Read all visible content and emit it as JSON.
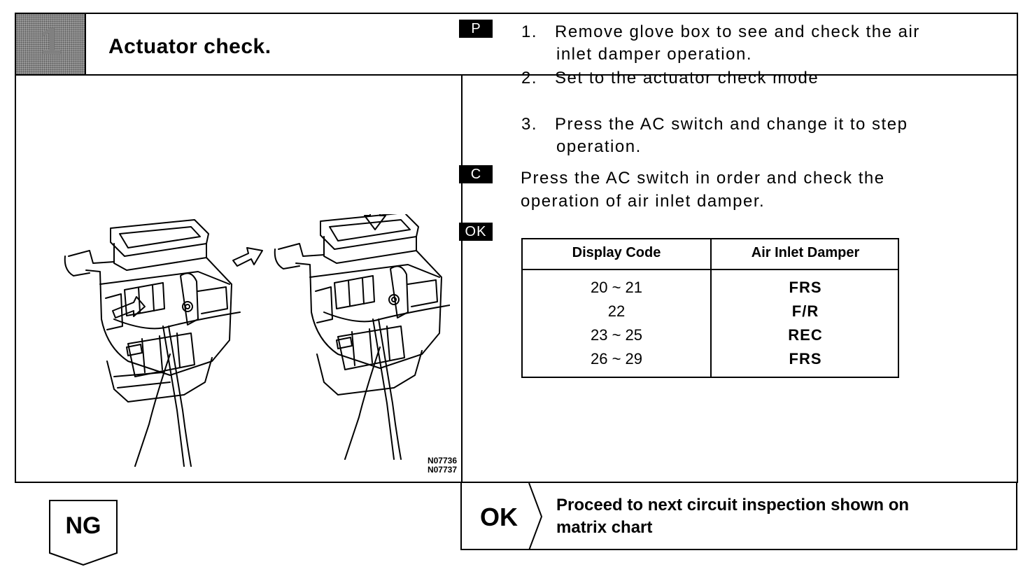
{
  "header": {
    "step_number": "1",
    "title": "Actuator check."
  },
  "figure": {
    "labels": [
      "N07736",
      "N07737"
    ]
  },
  "tags": {
    "p": "P",
    "c": "C",
    "ok": "OK"
  },
  "procedure": {
    "step1_num": "1.",
    "step1_line1": "Remove glove box to see and check the air",
    "step1_line2": "inlet  damper operation.",
    "step2_num": "2.",
    "step2_text": "Set to the actuator check mode",
    "step3_num": "3.",
    "step3_line1": "Press the AC switch and change it to step",
    "step3_line2": "operation."
  },
  "check": {
    "line1": "Press the AC switch in order and check the",
    "line2": "operation of air inlet damper."
  },
  "table": {
    "headers": [
      "Display Code",
      "Air Inlet Damper"
    ],
    "rows": [
      [
        "20 ~ 21",
        "FRS"
      ],
      [
        "22",
        "F/R"
      ],
      [
        "23 ~ 25",
        "REC"
      ],
      [
        "26 ~ 29",
        "FRS"
      ]
    ]
  },
  "result_ng": "NG",
  "result_ok": {
    "label": "OK",
    "line1": "Proceed to next circuit inspection shown on",
    "line2": "matrix chart"
  }
}
